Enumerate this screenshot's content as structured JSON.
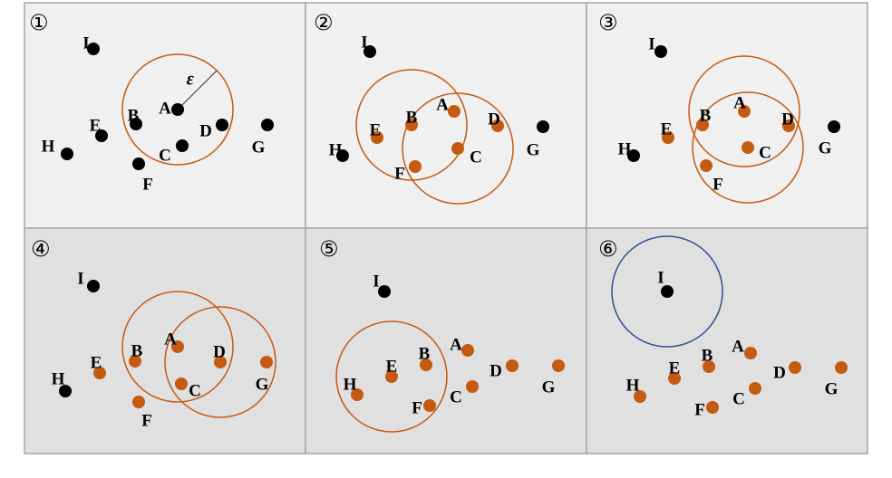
{
  "colors": {
    "unvisited": "#000000",
    "clustered": "#c55a11",
    "noise_circle": "#2f4f8f",
    "panel_light": "#f0f0f0",
    "panel_dark": "#e0e0e0",
    "border": "#a6a6a6"
  },
  "epsilon_label": "ε",
  "panels": [
    {
      "step": "①",
      "clustered": [],
      "circles": [
        {
          "center": "A",
          "color": "clustered"
        }
      ],
      "radius_label": true
    },
    {
      "step": "②",
      "clustered": [
        "A",
        "B",
        "C",
        "D",
        "E",
        "F"
      ],
      "circles": [
        {
          "center": "B",
          "color": "clustered"
        },
        {
          "center": "C",
          "color": "clustered"
        }
      ]
    },
    {
      "step": "③",
      "clustered": [
        "A",
        "B",
        "C",
        "D",
        "E",
        "F"
      ],
      "circles": [
        {
          "center": "A",
          "color": "clustered"
        },
        {
          "center": "C",
          "color": "clustered"
        }
      ]
    },
    {
      "step": "④",
      "clustered": [
        "A",
        "B",
        "C",
        "D",
        "E",
        "F",
        "G"
      ],
      "circles": [
        {
          "center": "A",
          "color": "clustered"
        },
        {
          "center": "D",
          "color": "clustered"
        }
      ]
    },
    {
      "step": "⑤",
      "clustered": [
        "A",
        "B",
        "C",
        "D",
        "E",
        "F",
        "G",
        "H"
      ],
      "circles": [
        {
          "center": "E",
          "color": "clustered"
        }
      ]
    },
    {
      "step": "⑥",
      "clustered": [
        "A",
        "B",
        "C",
        "D",
        "E",
        "F",
        "G",
        "H"
      ],
      "circles": [
        {
          "center": "I",
          "color": "noise_circle"
        }
      ]
    }
  ]
}
